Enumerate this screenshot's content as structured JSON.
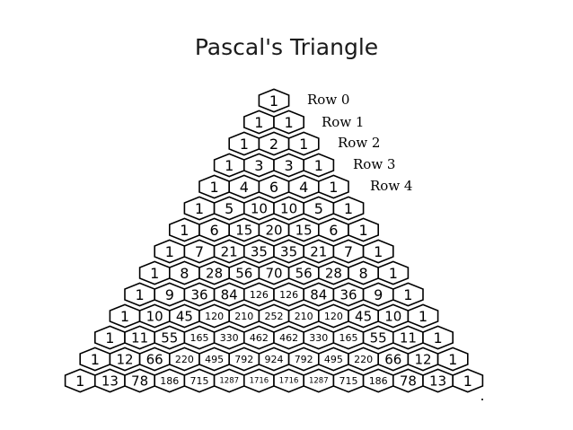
{
  "title": "Pascal's Triangle",
  "row_labels": [
    "Row 0",
    "Row 1",
    "Row 2",
    "Row 3",
    "Row 4"
  ],
  "rows": [
    [
      "1"
    ],
    [
      "1",
      "1"
    ],
    [
      "1",
      "2",
      "1"
    ],
    [
      "1",
      "3",
      "3",
      "1"
    ],
    [
      "1",
      "4",
      "6",
      "4",
      "1"
    ],
    [
      "1",
      "5",
      "10",
      "10",
      "5",
      "1"
    ],
    [
      "1",
      "6",
      "15",
      "20",
      "15",
      "6",
      "1"
    ],
    [
      "1",
      "7",
      "21",
      "35",
      "35",
      "21",
      "7",
      "1"
    ],
    [
      "1",
      "8",
      "28",
      "56",
      "70",
      "56",
      "28",
      "8",
      "1"
    ],
    [
      "1",
      "9",
      "36",
      "84",
      "126",
      "126",
      "84",
      "36",
      "9",
      "1"
    ],
    [
      "1",
      "10",
      "45",
      "120",
      "210",
      "252",
      "210",
      "120",
      "45",
      "10",
      "1"
    ],
    [
      "1",
      "11",
      "55",
      "165",
      "330",
      "462",
      "462",
      "330",
      "165",
      "55",
      "11",
      "1"
    ],
    [
      "1",
      "12",
      "66",
      "220",
      "495",
      "792",
      "924",
      "792",
      "495",
      "220",
      "66",
      "12",
      "1"
    ],
    [
      "1",
      "13",
      "78",
      "186",
      "715",
      "1287",
      "1716",
      "1716",
      "1287",
      "715",
      "186",
      "78",
      "13",
      "1"
    ]
  ]
}
